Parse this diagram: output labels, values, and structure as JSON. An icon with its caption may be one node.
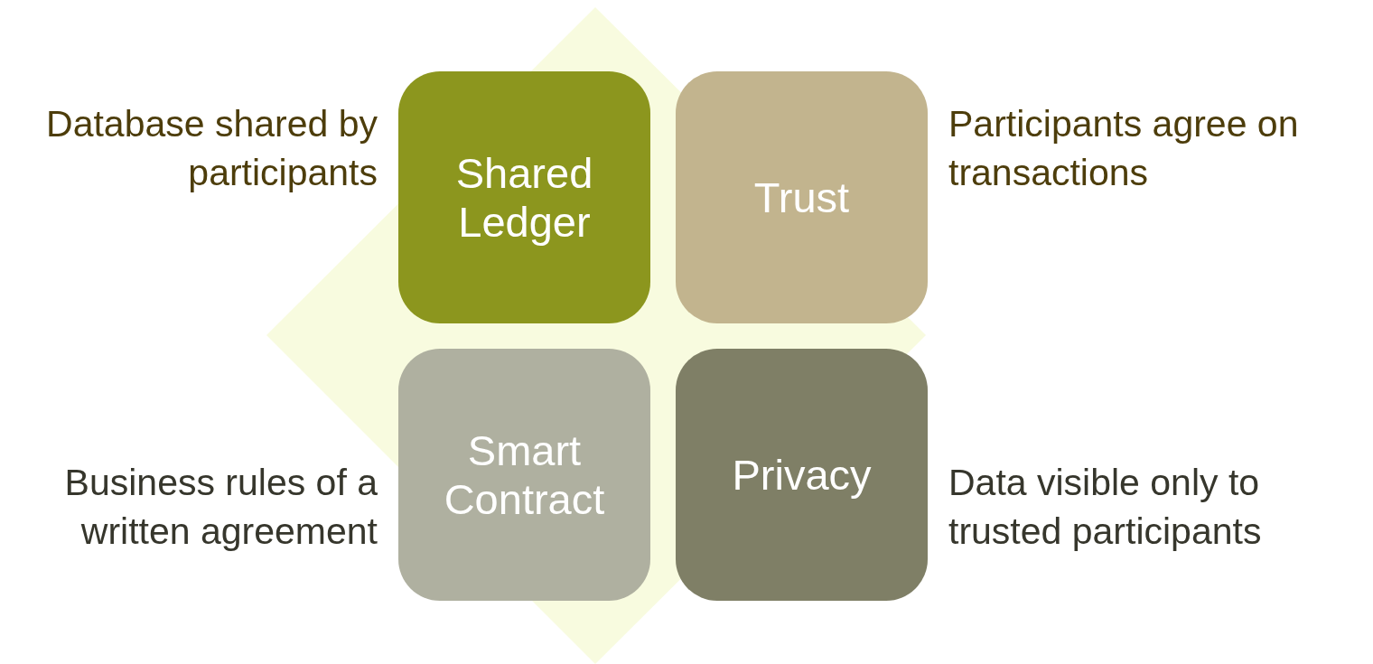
{
  "diagram": {
    "nodes": [
      {
        "text": [
          "Shared Ledger"
        ],
        "beside": [
          "Database shared by participants"
        ]
      },
      {
        "text": [
          "Trust"
        ],
        "beside": [
          "Participants agree on transactions"
        ]
      },
      {
        "text": [
          "Smart Contract"
        ],
        "beside": [
          "Business rules of a written agreement"
        ]
      },
      {
        "text": [
          "Privacy"
        ],
        "beside": [
          "Data visible only to trusted participants"
        ]
      }
    ]
  }
}
